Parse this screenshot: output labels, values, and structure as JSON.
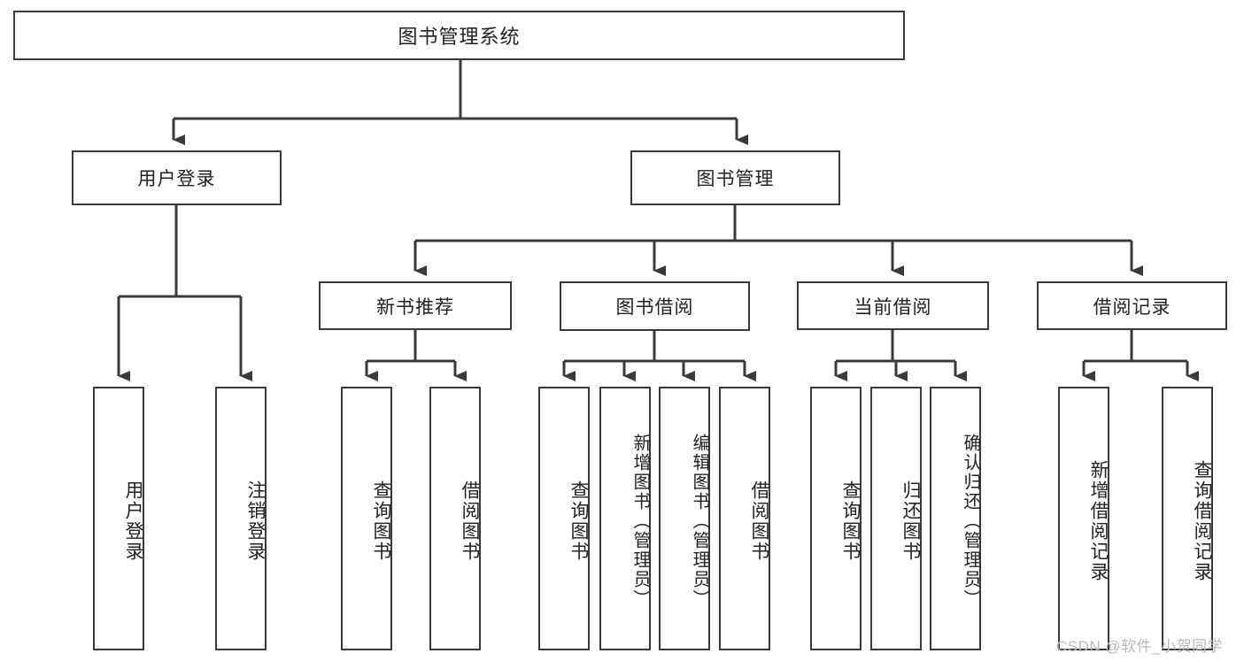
{
  "diagram": {
    "type": "tree-hierarchy",
    "title": "图书管理系统",
    "watermark": "CSDN @软件_小贺同学",
    "colors": {
      "background": "#ffffff",
      "box_border": "#3a3a3a",
      "connector": "#3a3a3a",
      "text": "#222222",
      "watermark": "#b9b9b9"
    },
    "levels": {
      "level0": [
        {
          "id": "root",
          "label": "图书管理系统",
          "orientation": "horizontal"
        }
      ],
      "level1": [
        {
          "id": "user-login",
          "label": "用户登录",
          "orientation": "horizontal",
          "parent": "root"
        },
        {
          "id": "book-manage",
          "label": "图书管理",
          "orientation": "horizontal",
          "parent": "root"
        }
      ],
      "level2": [
        {
          "id": "new-book-rec",
          "label": "新书推荐",
          "orientation": "horizontal",
          "parent": "book-manage"
        },
        {
          "id": "book-borrow",
          "label": "图书借阅",
          "orientation": "horizontal",
          "parent": "book-manage"
        },
        {
          "id": "current-borrow",
          "label": "当前借阅",
          "orientation": "horizontal",
          "parent": "book-manage"
        },
        {
          "id": "borrow-record",
          "label": "借阅记录",
          "orientation": "horizontal",
          "parent": "book-manage"
        }
      ],
      "level3": [
        {
          "id": "leaf-user-login",
          "label": "用户登录",
          "orientation": "vertical",
          "parent": "user-login"
        },
        {
          "id": "leaf-user-logout",
          "label": "注销登录",
          "orientation": "vertical",
          "parent": "user-login"
        },
        {
          "id": "leaf-query-book-1",
          "label": "查询图书",
          "orientation": "vertical",
          "parent": "new-book-rec"
        },
        {
          "id": "leaf-borrow-book-1",
          "label": "借阅图书",
          "orientation": "vertical",
          "parent": "new-book-rec"
        },
        {
          "id": "leaf-query-book-2",
          "label": "查询图书",
          "orientation": "vertical",
          "parent": "book-borrow"
        },
        {
          "id": "leaf-add-book",
          "label": "新增图书（管理员）",
          "orientation": "vertical",
          "parent": "book-borrow"
        },
        {
          "id": "leaf-edit-book",
          "label": "编辑图书（管理员）",
          "orientation": "vertical",
          "parent": "book-borrow"
        },
        {
          "id": "leaf-borrow-book-2",
          "label": "借阅图书",
          "orientation": "vertical",
          "parent": "book-borrow"
        },
        {
          "id": "leaf-query-book-3",
          "label": "查询图书",
          "orientation": "vertical",
          "parent": "current-borrow"
        },
        {
          "id": "leaf-return-book",
          "label": "归还图书",
          "orientation": "vertical",
          "parent": "current-borrow"
        },
        {
          "id": "leaf-confirm-return",
          "label": "确认归还（管理员）",
          "orientation": "vertical",
          "parent": "current-borrow"
        },
        {
          "id": "leaf-add-record",
          "label": "新增借阅记录",
          "orientation": "vertical",
          "parent": "borrow-record"
        },
        {
          "id": "leaf-query-record",
          "label": "查询借阅记录",
          "orientation": "vertical",
          "parent": "borrow-record"
        }
      ]
    }
  }
}
